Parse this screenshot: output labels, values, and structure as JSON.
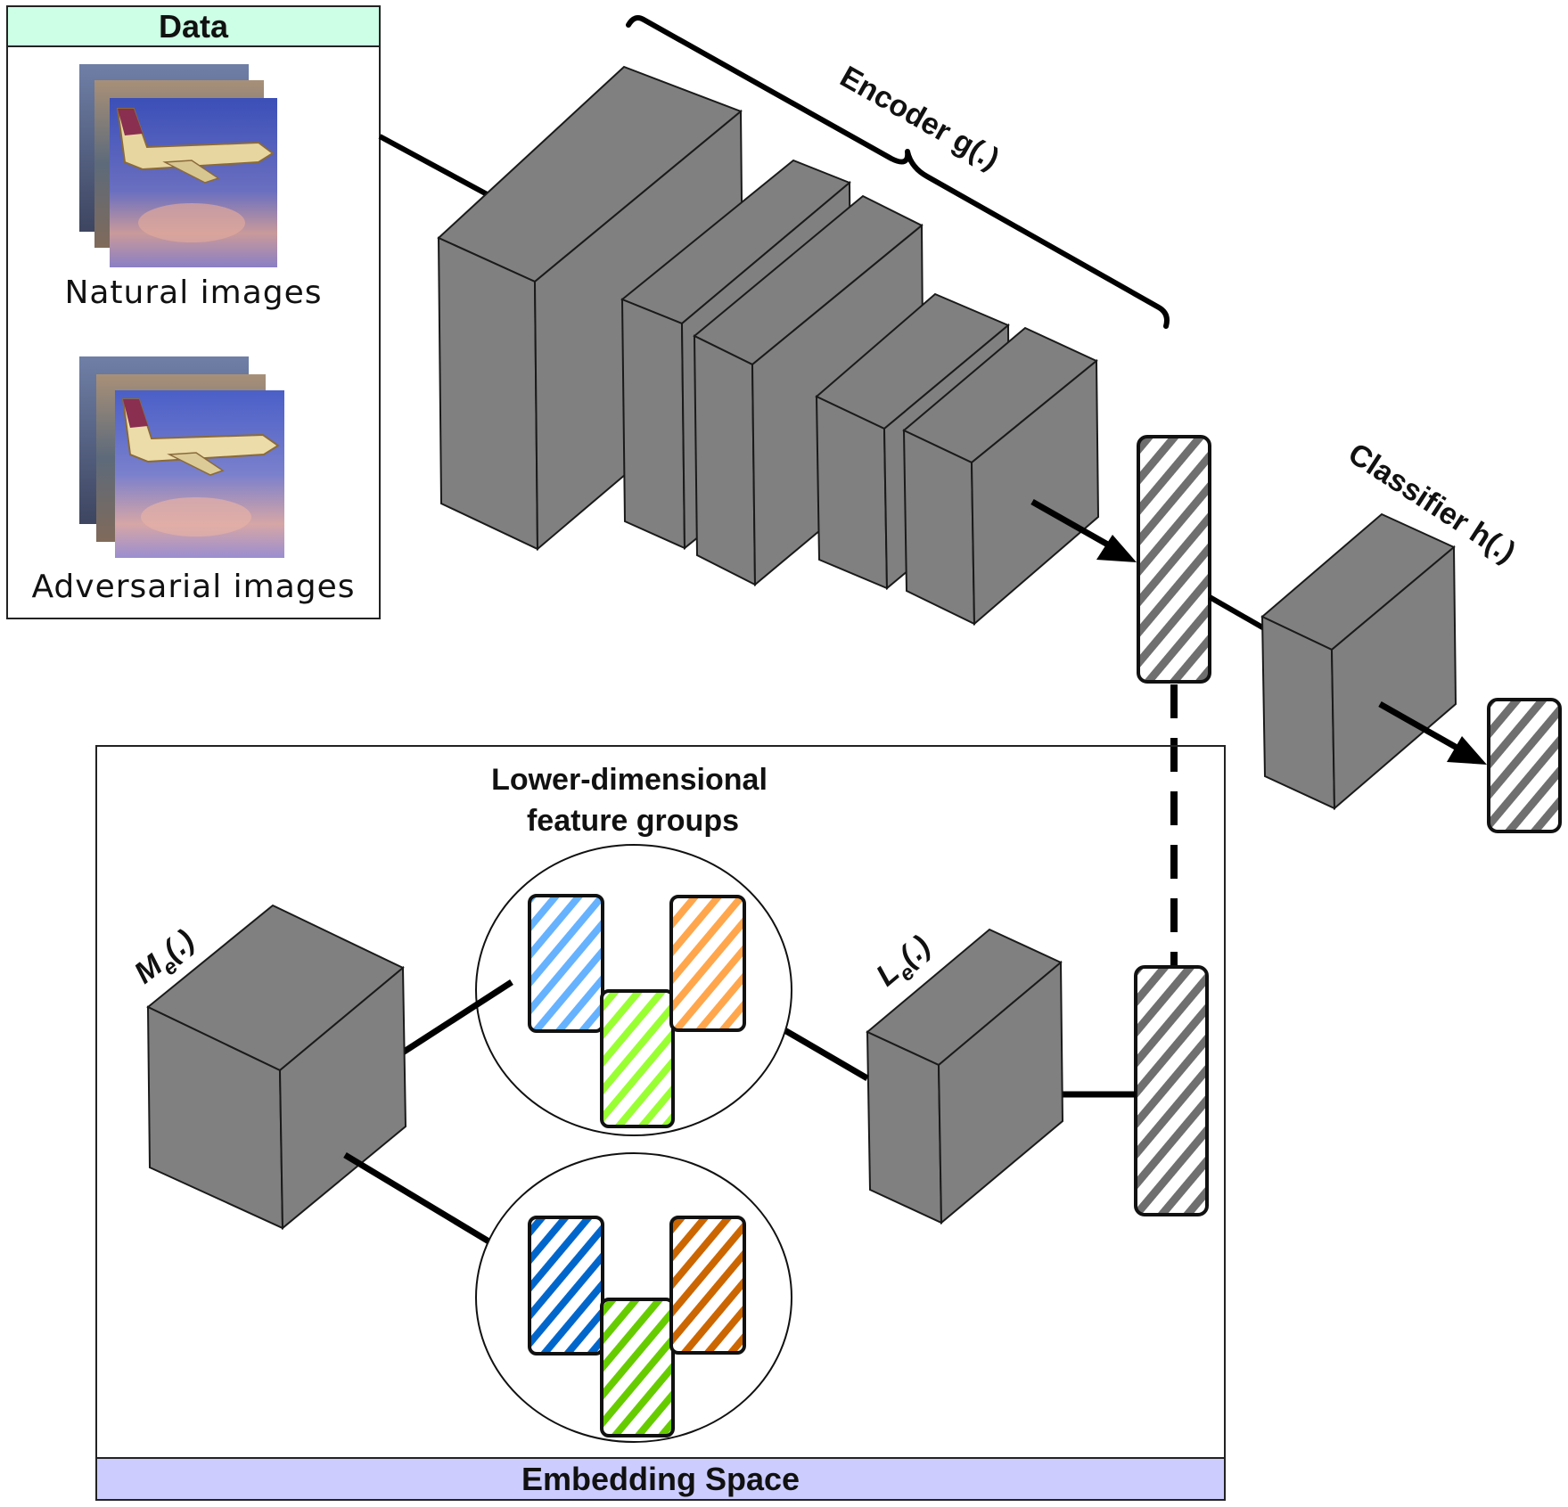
{
  "data_panel": {
    "header": "Data",
    "header_bg": "#ccffe6",
    "natural_caption": "Natural images",
    "adversarial_caption": "Adversarial images"
  },
  "encoder": {
    "label": "Encoder g(.)"
  },
  "classifier": {
    "label": "Classifier h(.)"
  },
  "embedding_panel": {
    "footer": "Embedding Space",
    "footer_bg": "#ccccff",
    "groups_title_line1": "Lower-dimensional",
    "groups_title_line2": "feature groups",
    "m_label": "M",
    "m_sub": "e",
    "m_suffix": "(.)",
    "l_label": "L",
    "l_sub": "e",
    "l_suffix": "(.)"
  },
  "colors": {
    "block_face": "#808080",
    "block_stroke": "#1a1a1a",
    "feature_hatch": "#6f6f6f",
    "group_light_blue": "#66b2ff",
    "group_light_green": "#99ff33",
    "group_light_orange": "#ffa64d",
    "group_dark_blue": "#0066cc",
    "group_dark_green": "#66cc00",
    "group_dark_orange": "#cc6600"
  }
}
